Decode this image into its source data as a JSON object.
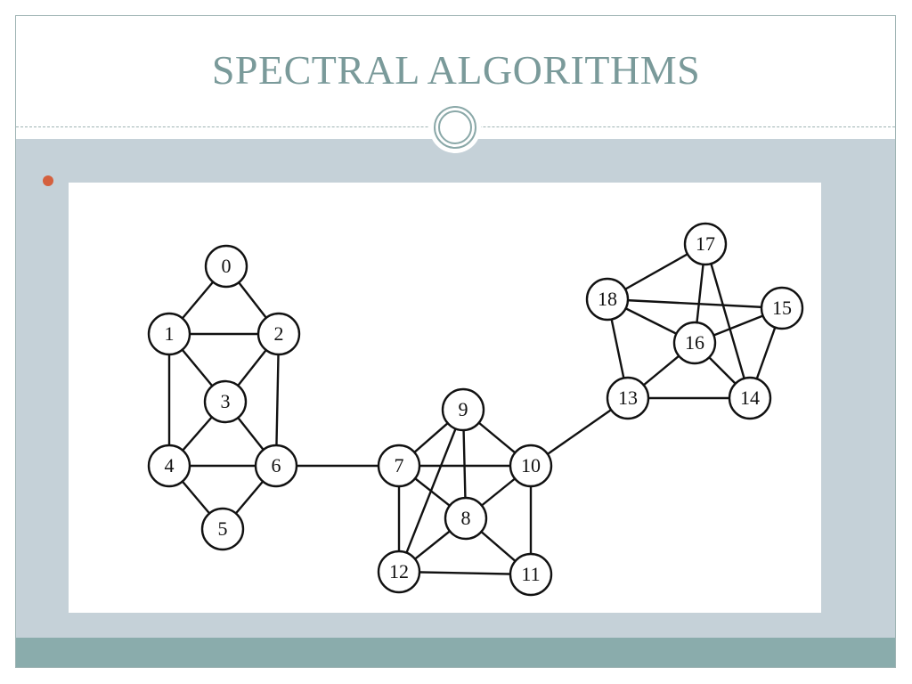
{
  "slide": {
    "title": "SPECTRAL ALGORITHMS",
    "accent_color": "#7a9a9a",
    "bullet_color": "#d4603e"
  },
  "graph": {
    "nodes": [
      {
        "id": "0",
        "label": "0"
      },
      {
        "id": "1",
        "label": "1"
      },
      {
        "id": "2",
        "label": "2"
      },
      {
        "id": "3",
        "label": "3"
      },
      {
        "id": "4",
        "label": "4"
      },
      {
        "id": "5",
        "label": "5"
      },
      {
        "id": "6",
        "label": "6"
      },
      {
        "id": "7",
        "label": "7"
      },
      {
        "id": "8",
        "label": "8"
      },
      {
        "id": "9",
        "label": "9"
      },
      {
        "id": "10",
        "label": "10"
      },
      {
        "id": "11",
        "label": "11"
      },
      {
        "id": "12",
        "label": "12"
      },
      {
        "id": "13",
        "label": "13"
      },
      {
        "id": "14",
        "label": "14"
      },
      {
        "id": "15",
        "label": "15"
      },
      {
        "id": "16",
        "label": "16"
      },
      {
        "id": "17",
        "label": "17"
      },
      {
        "id": "18",
        "label": "18"
      }
    ],
    "edges": [
      [
        "0",
        "1"
      ],
      [
        "0",
        "2"
      ],
      [
        "1",
        "2"
      ],
      [
        "1",
        "3"
      ],
      [
        "2",
        "3"
      ],
      [
        "1",
        "4"
      ],
      [
        "2",
        "6"
      ],
      [
        "3",
        "4"
      ],
      [
        "3",
        "6"
      ],
      [
        "4",
        "6"
      ],
      [
        "4",
        "5"
      ],
      [
        "6",
        "5"
      ],
      [
        "6",
        "7"
      ],
      [
        "7",
        "9"
      ],
      [
        "7",
        "10"
      ],
      [
        "7",
        "12"
      ],
      [
        "7",
        "8"
      ],
      [
        "9",
        "10"
      ],
      [
        "9",
        "8"
      ],
      [
        "9",
        "12"
      ],
      [
        "10",
        "8"
      ],
      [
        "10",
        "11"
      ],
      [
        "8",
        "12"
      ],
      [
        "8",
        "11"
      ],
      [
        "12",
        "11"
      ],
      [
        "10",
        "13"
      ],
      [
        "13",
        "18"
      ],
      [
        "13",
        "16"
      ],
      [
        "13",
        "14"
      ],
      [
        "18",
        "17"
      ],
      [
        "18",
        "16"
      ],
      [
        "18",
        "15"
      ],
      [
        "17",
        "16"
      ],
      [
        "17",
        "14"
      ],
      [
        "16",
        "15"
      ],
      [
        "16",
        "14"
      ],
      [
        "15",
        "14"
      ]
    ]
  }
}
